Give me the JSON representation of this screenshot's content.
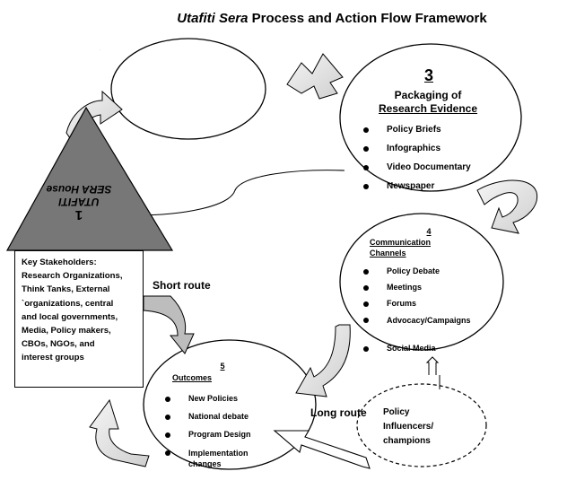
{
  "title": {
    "italic": "Utafiti Sera",
    "rest": " Process and Action Flow Framework"
  },
  "node1": {
    "number": "1",
    "line1": "UTAFITI",
    "line2": "SERA House"
  },
  "stakeholders": {
    "lines": [
      "Key Stakeholders:",
      "Research Organizations,",
      "Think Tanks, External",
      "`organizations, central",
      "and local governments,",
      "Media, Policy makers,",
      "CBOs, NGOs, and",
      "interest groups"
    ]
  },
  "node3": {
    "number": "3",
    "title1": "Packaging of",
    "title2": "Research Evidence",
    "items": [
      "Policy Briefs",
      "Infographics",
      "Video Documentary",
      "Newspaper"
    ]
  },
  "node4": {
    "number": "4",
    "title": "Communication Channels",
    "items": [
      "Policy Debate",
      "Meetings",
      "Forums",
      "Advocacy/Campaigns",
      "Social Media"
    ]
  },
  "node5": {
    "number": "5",
    "title": "Outcomes",
    "items": [
      "New Policies",
      "National debate",
      "Program Design",
      "Implementation changes"
    ]
  },
  "routes": {
    "short": "Short route",
    "long": "Long route"
  },
  "influencers": {
    "line1": "Policy",
    "line2": "Influencers/",
    "line3": "champions"
  }
}
